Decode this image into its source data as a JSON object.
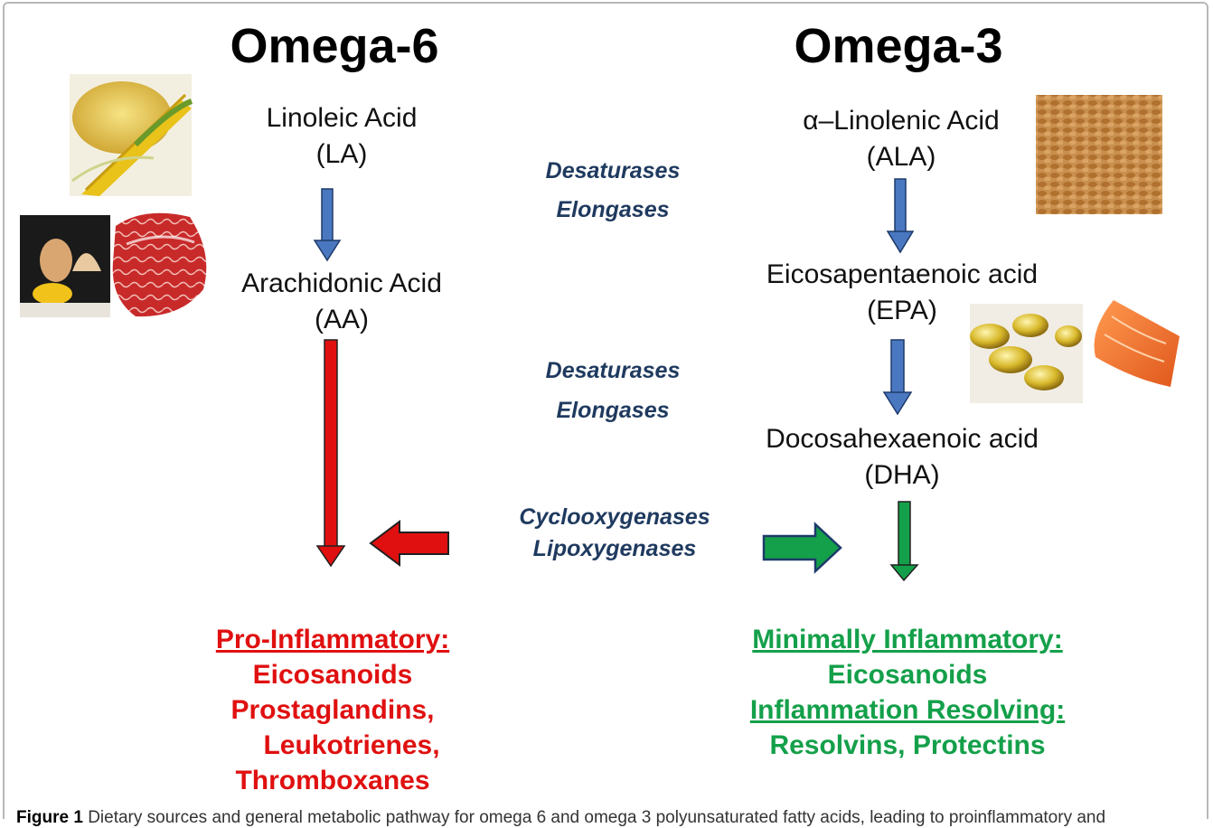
{
  "omega6": {
    "title": "Omega-6",
    "acid1": {
      "name": "Linoleic Acid",
      "abbr": "(LA)"
    },
    "acid2": {
      "name": "Arachidonic Acid",
      "abbr": "(AA)"
    },
    "outcome": {
      "heading": "Pro-Inflammatory:",
      "lines": [
        "Eicosanoids",
        "Prostaglandins,",
        "Leukotrienes,",
        "Thromboxanes"
      ]
    }
  },
  "omega3": {
    "title": "Omega-3",
    "acid1": {
      "name": "α–Linolenic Acid",
      "abbr": "(ALA)"
    },
    "acid2": {
      "name": "Eicosapentaenoic acid",
      "abbr": "(EPA)"
    },
    "acid3": {
      "name": "Docosahexaenoic acid",
      "abbr": "(DHA)"
    },
    "outcome": {
      "heading1": "Minimally Inflammatory:",
      "line1": "Eicosanoids",
      "heading2": "Inflammation Resolving:",
      "line2": "Resolvins, Protectins"
    }
  },
  "enzymes": {
    "step1": [
      "Desaturases",
      "Elongases"
    ],
    "step2": [
      "Desaturases",
      "Elongases"
    ],
    "step3": [
      "Cyclooxygenases",
      "Lipoxygenases"
    ]
  },
  "caption": {
    "label": "Figure 1",
    "text": "Dietary sources and general metabolic pathway for omega 6 and omega 3 polyunsaturated fatty acids, leading to proinflammatory and"
  },
  "colors": {
    "pathway_blue": "#4a78c0",
    "omega6_red": "#e01010",
    "omega3_green": "#14a04a",
    "enzyme_text": "#1f3a5f"
  },
  "icons": [
    "corn-oil-photo",
    "eggs-photo",
    "red-meat-photo",
    "flaxseed-photo",
    "fish-oil-capsules-photo",
    "salmon-photo"
  ]
}
